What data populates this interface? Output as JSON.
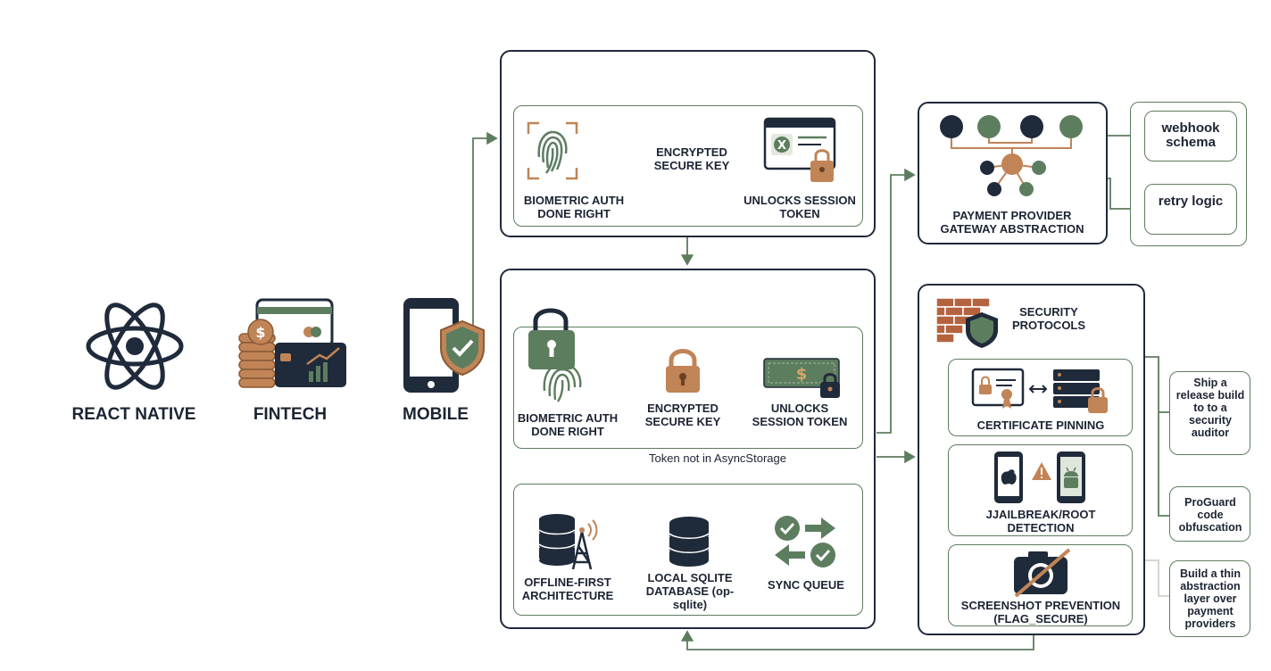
{
  "left_icons": {
    "react_native": "REACT NATIVE",
    "fintech": "FINTECH",
    "mobile": "MOBILE"
  },
  "panel_top": {
    "biometric": "BIOMETRIC AUTH DONE RIGHT",
    "encrypted": "ENCRYPTED SECURE KEY",
    "unlocks": "UNLOCKS SESSION TOKEN"
  },
  "panel_mid": {
    "biometric": "BIOMETRIC AUTH DONE RIGHT",
    "encrypted": "ENCRYPTED SECURE KEY",
    "unlocks": "UNLOCKS SESSION TOKEN",
    "token_note": "Token not in AsyncStorage"
  },
  "panel_offline": {
    "offline": "OFFLINE-FIRST ARCHITECTURE",
    "sqlite": "LOCAL SQLITE DATABASE (op-sqlite)",
    "sync": "SYNC QUEUE"
  },
  "payment": {
    "title": "PAYMENT PROVIDER GATEWAY ABSTRACTION",
    "webhook": "webhook schema",
    "retry": "retry logic"
  },
  "security": {
    "title": "SECURITY PROTOCOLS",
    "cert": "CERTIFICATE PINNING",
    "jailbreak": "JJAILBREAK/ROOT DETECTION",
    "screenshot": "SCREENSHOT PREVENTION (FLAG_SECURE)"
  },
  "notes": {
    "release": "Ship a release build to to a security auditor",
    "proguard": "ProGuard code obfuscation",
    "abstraction": "Build a thin abstraction layer over payment providers"
  },
  "colors": {
    "navy": "#1f2a3a",
    "green": "#5d7d5f",
    "copper": "#c08457",
    "brick": "#b5633f"
  }
}
